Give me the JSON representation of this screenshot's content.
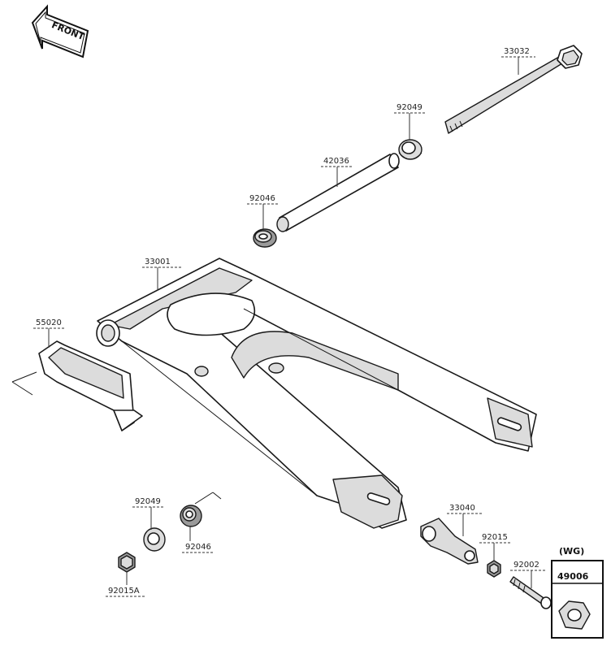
{
  "front_badge": {
    "text": "FRONT"
  },
  "parts": [
    {
      "id": "part-33032",
      "number": "33032"
    },
    {
      "id": "part-92049-top",
      "number": "92049"
    },
    {
      "id": "part-42036",
      "number": "42036"
    },
    {
      "id": "part-92046-top",
      "number": "92046"
    },
    {
      "id": "part-33001",
      "number": "33001"
    },
    {
      "id": "part-55020",
      "number": "55020"
    },
    {
      "id": "part-92049-bottom",
      "number": "92049"
    },
    {
      "id": "part-92046-bottom",
      "number": "92046"
    },
    {
      "id": "part-92015A",
      "number": "92015A"
    },
    {
      "id": "part-33040",
      "number": "33040"
    },
    {
      "id": "part-92015",
      "number": "92015"
    },
    {
      "id": "part-92002",
      "number": "92002"
    },
    {
      "id": "part-49006",
      "number": "49006"
    }
  ],
  "variant_label": "(WG)"
}
